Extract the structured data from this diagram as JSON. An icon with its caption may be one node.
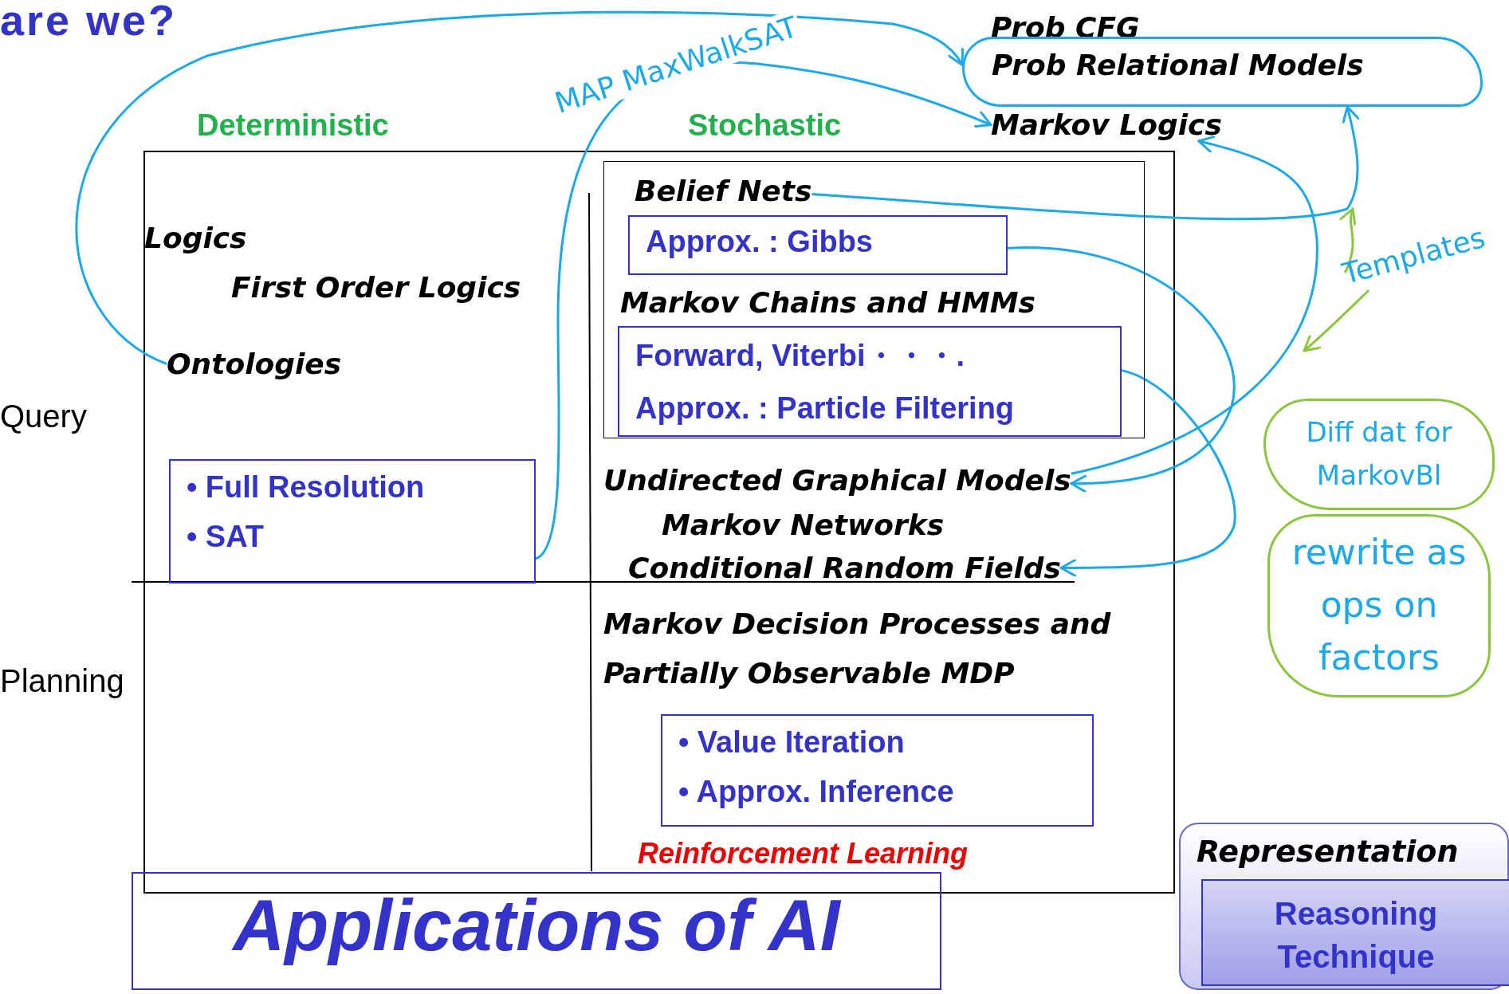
{
  "diagram": {
    "title": "are we?",
    "nodes": [
      {
        "text": [
          "Prob CFG"
        ]
      },
      {
        "text": [
          "Prob Relational Models"
        ]
      },
      {
        "text": [
          "Markov Logics"
        ]
      },
      {
        "text": [
          "Ontologies"
        ]
      },
      {
        "text": [
          "• Full Resolution",
          "• SAT"
        ]
      },
      {
        "text": [
          "Markov Chains and HMMs"
        ]
      },
      {
        "text": [
          "Belief Nets"
        ],
        "in": 5
      },
      {
        "text": [
          "Approx. : Gibbs"
        ],
        "in": 5
      },
      {
        "text": [
          "Forward, Viterbi・・・.",
          "Approx. : Particle Filtering"
        ],
        "in": 5
      },
      {
        "text": [
          "Undirected Graphical Models"
        ]
      },
      {
        "text": [
          "Conditional Random Fields"
        ]
      },
      {
        "text": [
          "• Value Iteration",
          "• Approx. Inference"
        ]
      },
      {
        "text": [
          "Applications of AI"
        ]
      },
      {
        "text": [
          "Representation"
        ]
      },
      {
        "text": [
          "Reasoning Technique"
        ],
        "in": 13
      },
      {
        "text": [
          "Templates"
        ]
      },
      {
        "text": [
          "Diff dat for MarkovBl"
        ]
      },
      {
        "text": [
          "rewrite as ops on factors"
        ]
      }
    ],
    "edges": [
      {
        "from": 3,
        "to": 1,
        "arrow": "to"
      },
      {
        "from": 4,
        "to": 2,
        "arrow": "to",
        "label": "MAP MaxWalkSAT"
      },
      {
        "from": 6,
        "to": 1,
        "arrow": "to"
      },
      {
        "from": 7,
        "to": 9,
        "arrow": "to"
      },
      {
        "from": 9,
        "to": 2,
        "arrow": "to"
      },
      {
        "from": 8,
        "to": 10,
        "arrow": "to"
      },
      {
        "from": 15,
        "to": null,
        "arrow": "to",
        "color": "#8cc63f"
      },
      {
        "from": 15,
        "to": null,
        "arrow": "to",
        "color": "#8cc63f"
      }
    ],
    "labels": [
      "Deterministic",
      "Stochastic",
      "Logics",
      "First Order Logics",
      "Query",
      "Markov Networks",
      "Planning",
      "Markov Decision Processes and Partially Observable MDP",
      "Reinforcement Learning"
    ]
  }
}
